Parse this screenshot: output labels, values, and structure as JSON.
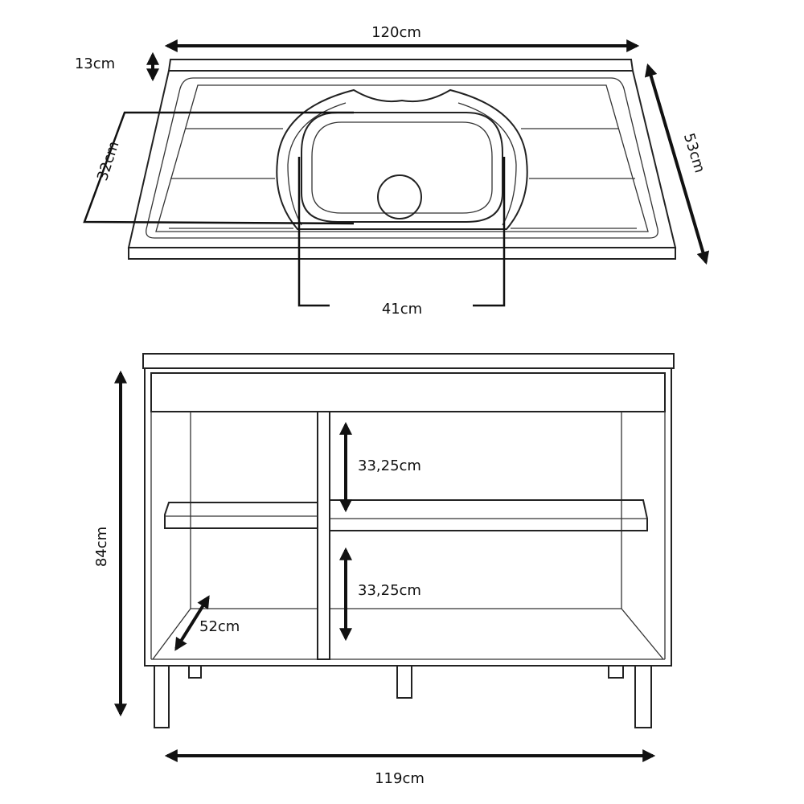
{
  "sink_top_view": {
    "width_label": "120cm",
    "backsplash_label": "13cm",
    "bowl_depth_label": "32cm",
    "depth_label": "53cm",
    "bowl_width_label": "41cm"
  },
  "cabinet_front_view": {
    "height_label": "84cm",
    "upper_shelf_gap_label": "33,25cm",
    "lower_shelf_gap_label": "33,25cm",
    "interior_depth_label": "52cm",
    "width_label": "119cm"
  },
  "colors": {
    "line": "#222222",
    "background": "#ffffff"
  }
}
